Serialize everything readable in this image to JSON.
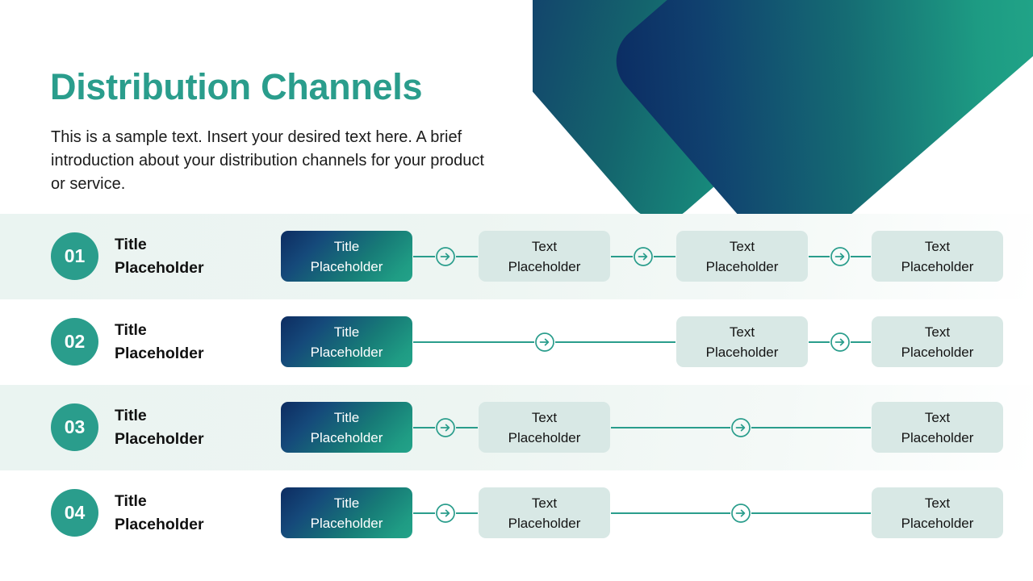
{
  "slide": {
    "title": "Distribution Channels",
    "subtitle": "This is a sample text. Insert your desired text here. A brief introduction about your distribution channels for your product or service."
  },
  "theme": {
    "accent_teal": "#2a9d8c",
    "navy": "#0d2c61",
    "light_box": "#d8e8e5",
    "row_tint": "#eaf4f1",
    "text_dark": "#111111",
    "text_on_primary": "#ffffff"
  },
  "icons": {
    "arrow_circle": "arrow-right-circle-icon"
  },
  "rows": [
    {
      "number": "01",
      "title_line1": "Title",
      "title_line2": "Placeholder",
      "tinted": true,
      "slots": [
        {
          "position": 0,
          "style": "primary",
          "line1": "Title",
          "line2": "Placeholder"
        },
        {
          "position": 1,
          "style": "light",
          "line1": "Text",
          "line2": "Placeholder"
        },
        {
          "position": 2,
          "style": "light",
          "line1": "Text",
          "line2": "Placeholder"
        },
        {
          "position": 3,
          "style": "light",
          "line1": "Text",
          "line2": "Placeholder"
        }
      ],
      "connectors": [
        {
          "kind": "short",
          "index": 0
        },
        {
          "kind": "short",
          "index": 1
        },
        {
          "kind": "short",
          "index": 2
        }
      ]
    },
    {
      "number": "02",
      "title_line1": "Title",
      "title_line2": "Placeholder",
      "tinted": false,
      "slots": [
        {
          "position": 0,
          "style": "primary",
          "line1": "Title",
          "line2": "Placeholder"
        },
        {
          "position": 2,
          "style": "light",
          "line1": "Text",
          "line2": "Placeholder"
        },
        {
          "position": 3,
          "style": "light",
          "line1": "Text",
          "line2": "Placeholder"
        }
      ],
      "connectors": [
        {
          "kind": "long",
          "index": 0
        },
        {
          "kind": "short",
          "index": 2
        }
      ]
    },
    {
      "number": "03",
      "title_line1": "Title",
      "title_line2": "Placeholder",
      "tinted": true,
      "slots": [
        {
          "position": 0,
          "style": "primary",
          "line1": "Title",
          "line2": "Placeholder"
        },
        {
          "position": 1,
          "style": "light",
          "line1": "Text",
          "line2": "Placeholder"
        },
        {
          "position": 3,
          "style": "light",
          "line1": "Text",
          "line2": "Placeholder"
        }
      ],
      "connectors": [
        {
          "kind": "short",
          "index": 0
        },
        {
          "kind": "long",
          "index": 1
        }
      ]
    },
    {
      "number": "04",
      "title_line1": "Title",
      "title_line2": "Placeholder",
      "tinted": false,
      "slots": [
        {
          "position": 0,
          "style": "primary",
          "line1": "Title",
          "line2": "Placeholder"
        },
        {
          "position": 1,
          "style": "light",
          "line1": "Text",
          "line2": "Placeholder"
        },
        {
          "position": 3,
          "style": "light",
          "line1": "Text",
          "line2": "Placeholder"
        }
      ],
      "connectors": [
        {
          "kind": "short",
          "index": 0
        },
        {
          "kind": "long",
          "index": 1
        }
      ]
    }
  ]
}
